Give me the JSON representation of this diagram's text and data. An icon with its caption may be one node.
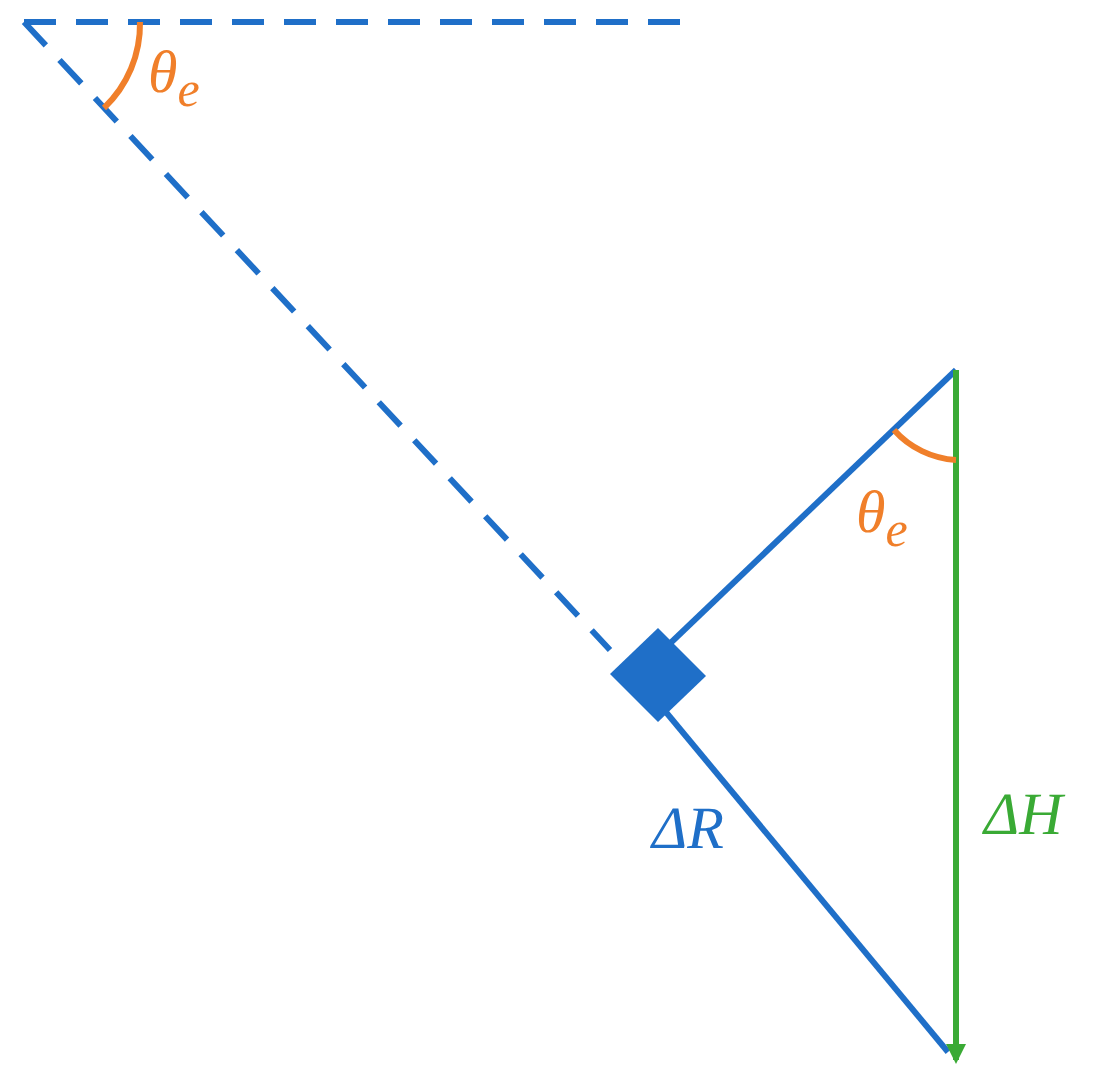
{
  "diagram": {
    "labels": [
      "θ$_{e}$",
      "θ$_{e}$",
      "ΔR",
      "ΔH"
    ]
  }
}
